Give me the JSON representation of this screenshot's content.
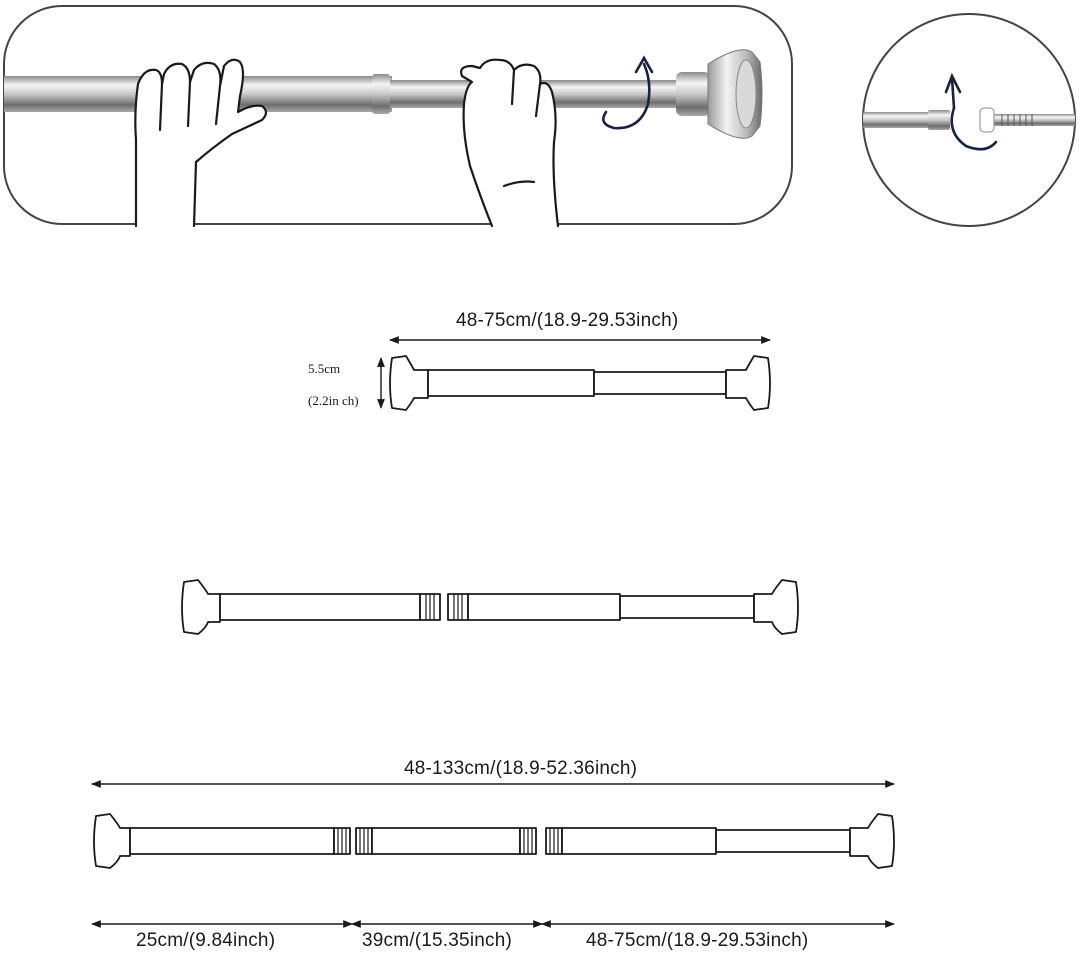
{
  "illustration": {
    "hands_on_rod": "hands twisting the tension rod",
    "arrow_icon": "rotate-arrow-icon",
    "detail_icon": "rotate-arrow-icon"
  },
  "diagram_1": {
    "length_label": "48-75cm/(18.9-29.53inch)",
    "height_label_cm": "5.5cm",
    "height_label_in": "(2.2in ch)"
  },
  "diagram_3": {
    "total_label": "48-133cm/(18.9-52.36inch)",
    "segment_labels": [
      "25cm/(9.84inch)",
      "39cm/(15.35inch)",
      "48-75cm/(18.9-29.53inch)"
    ]
  },
  "colors": {
    "line": "#1a1a1a",
    "chrome_light": "#f4f4f4",
    "chrome_mid": "#b9b9b9",
    "chrome_dark": "#6e6e6e",
    "panel_border": "#444444"
  }
}
